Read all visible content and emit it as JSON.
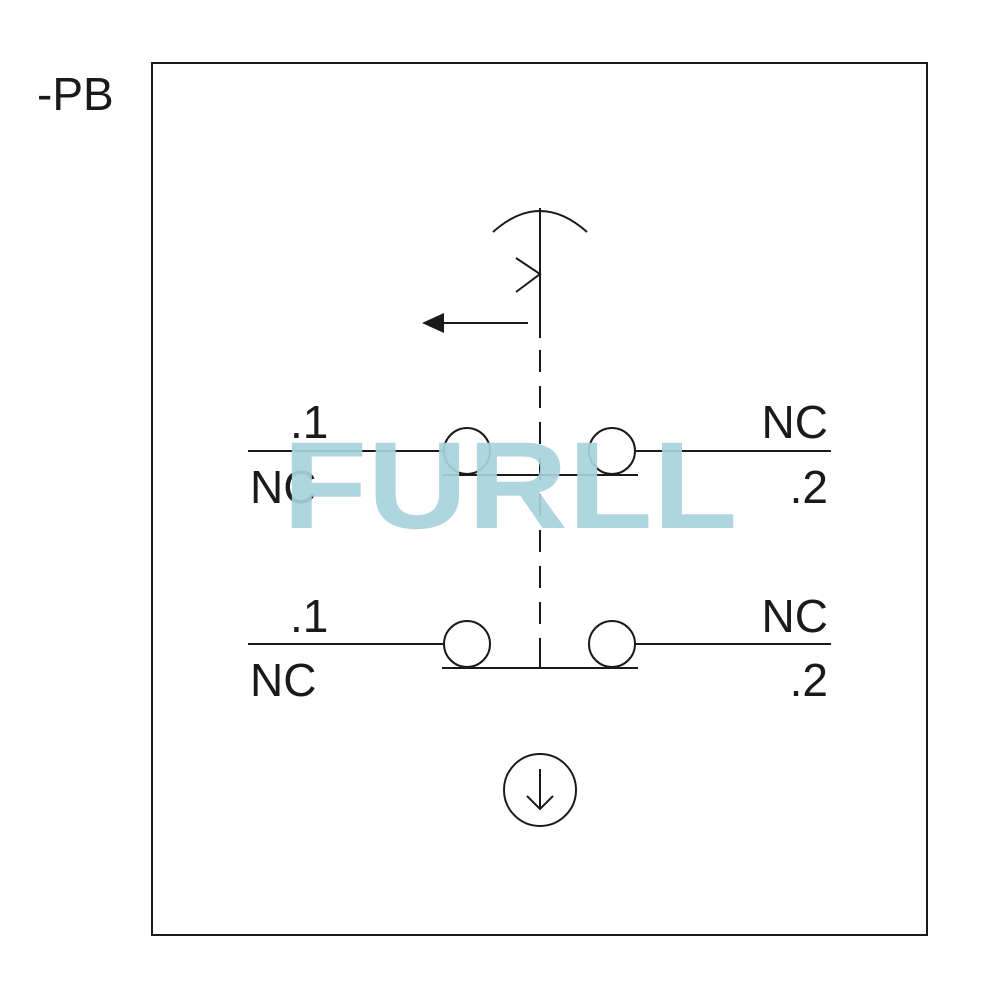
{
  "designation": "-PB",
  "watermark": {
    "text": "FURLL",
    "color": "#a8d3db"
  },
  "line_color": "#1a1a1a",
  "contact_rows": [
    {
      "left_top": ".1",
      "left_bottom": "NC",
      "right_top": "NC",
      "right_bottom": ".2"
    },
    {
      "left_top": ".1",
      "left_bottom": "NC",
      "right_top": "NC",
      "right_bottom": ".2"
    }
  ],
  "icons": {
    "actuator": "mushroom-head-push-icon",
    "latch_arrow": "left-arrow-icon",
    "push_direction": "circled-down-arrow-icon"
  }
}
